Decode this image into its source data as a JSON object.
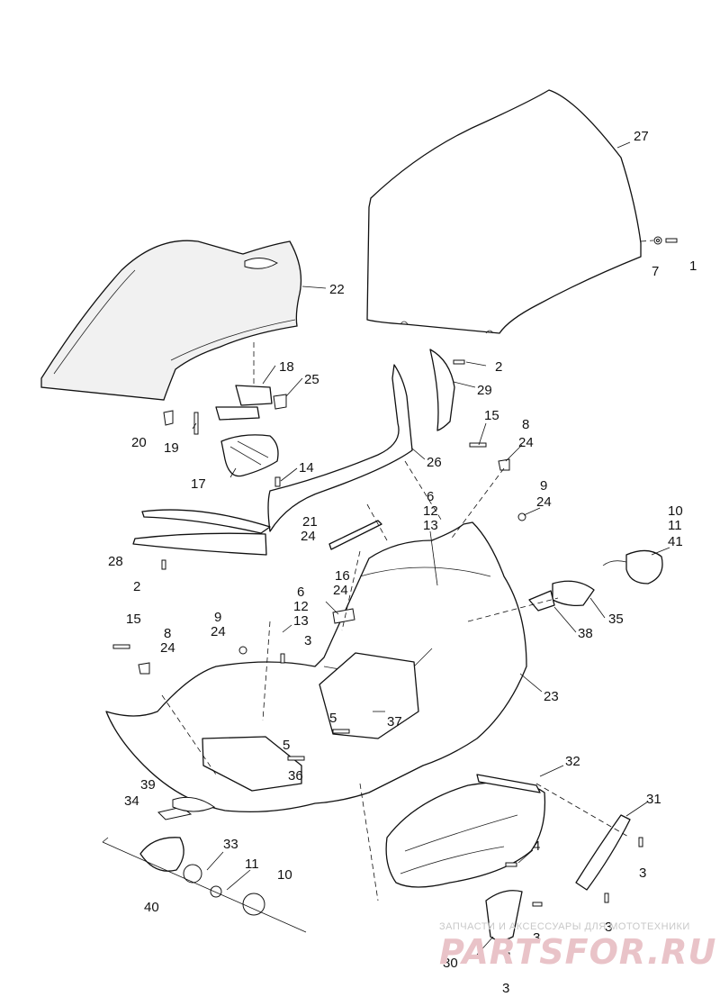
{
  "diagram": {
    "type": "exploded-parts-diagram",
    "callouts": [
      {
        "id": "c27",
        "label": "27"
      },
      {
        "id": "c7",
        "label": "7"
      },
      {
        "id": "c1",
        "label": "1"
      },
      {
        "id": "c22",
        "label": "22"
      },
      {
        "id": "c18",
        "label": "18"
      },
      {
        "id": "c25",
        "label": "25"
      },
      {
        "id": "c20",
        "label": "20"
      },
      {
        "id": "c19",
        "label": "19"
      },
      {
        "id": "c17",
        "label": "17"
      },
      {
        "id": "c14",
        "label": "14"
      },
      {
        "id": "c2a",
        "label": "2"
      },
      {
        "id": "c29",
        "label": "29"
      },
      {
        "id": "c26",
        "label": "26"
      },
      {
        "id": "c15a",
        "label": "15"
      },
      {
        "id": "c8a",
        "label": "8"
      },
      {
        "id": "c24a",
        "label": "24"
      },
      {
        "id": "c6a",
        "label": "6"
      },
      {
        "id": "c12a",
        "label": "12"
      },
      {
        "id": "c13a",
        "label": "13"
      },
      {
        "id": "c9a",
        "label": "9"
      },
      {
        "id": "c24b",
        "label": "24"
      },
      {
        "id": "c21",
        "label": "21"
      },
      {
        "id": "c24c",
        "label": "24"
      },
      {
        "id": "c28",
        "label": "28"
      },
      {
        "id": "c2b",
        "label": "2"
      },
      {
        "id": "c10a",
        "label": "10"
      },
      {
        "id": "c11a",
        "label": "11"
      },
      {
        "id": "c41",
        "label": "41"
      },
      {
        "id": "c16",
        "label": "16"
      },
      {
        "id": "c24d",
        "label": "24"
      },
      {
        "id": "c6b",
        "label": "6"
      },
      {
        "id": "c12b",
        "label": "12"
      },
      {
        "id": "c13b",
        "label": "13"
      },
      {
        "id": "c35",
        "label": "35"
      },
      {
        "id": "c38",
        "label": "38"
      },
      {
        "id": "c15b",
        "label": "15"
      },
      {
        "id": "c8b",
        "label": "8"
      },
      {
        "id": "c24e",
        "label": "24"
      },
      {
        "id": "c9b",
        "label": "9"
      },
      {
        "id": "c24f",
        "label": "24"
      },
      {
        "id": "c3a",
        "label": "3"
      },
      {
        "id": "c23",
        "label": "23"
      },
      {
        "id": "c5a",
        "label": "5"
      },
      {
        "id": "c37",
        "label": "37"
      },
      {
        "id": "c5b",
        "label": "5"
      },
      {
        "id": "c36",
        "label": "36"
      },
      {
        "id": "c32",
        "label": "32"
      },
      {
        "id": "c39",
        "label": "39"
      },
      {
        "id": "c34",
        "label": "34"
      },
      {
        "id": "c31",
        "label": "31"
      },
      {
        "id": "c33",
        "label": "33"
      },
      {
        "id": "c4",
        "label": "4"
      },
      {
        "id": "c3b",
        "label": "3"
      },
      {
        "id": "c11b",
        "label": "11"
      },
      {
        "id": "c10b",
        "label": "10"
      },
      {
        "id": "c40",
        "label": "40"
      },
      {
        "id": "c3c",
        "label": "3"
      },
      {
        "id": "c3d",
        "label": "3"
      },
      {
        "id": "c30",
        "label": "30"
      },
      {
        "id": "c3e",
        "label": "3"
      }
    ]
  },
  "watermark": {
    "caption": "ЗАПЧАСТИ И АКСЕССУАРЫ ДЛЯ МОТОТЕХНИКИ",
    "logo": "PARTSFOR.RU"
  }
}
